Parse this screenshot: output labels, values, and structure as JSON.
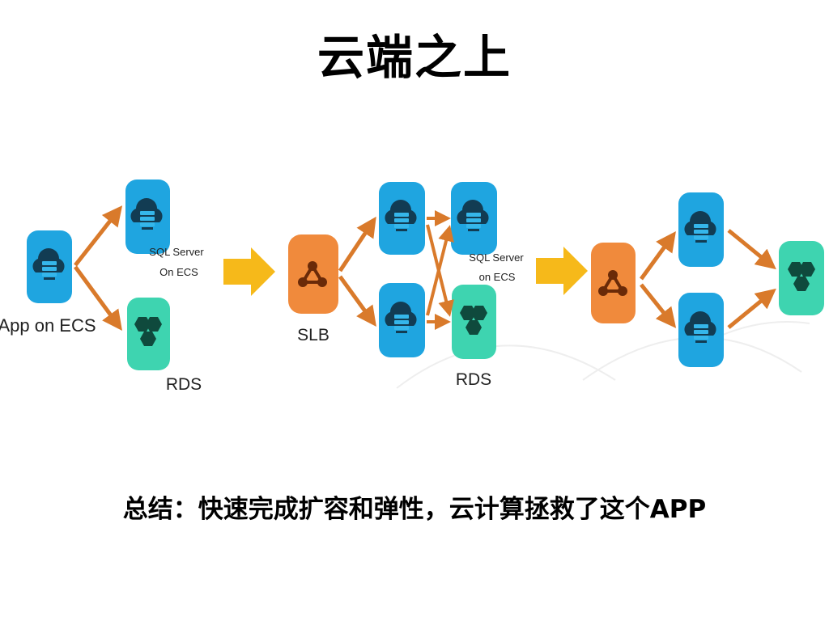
{
  "title": "云端之上",
  "summary": "总结：快速完成扩容和弹性，云计算拯救了这个APP",
  "labels": {
    "app_on_ecs": "App on ECS",
    "sql_server": "SQL Server",
    "on_ecs_1": "On ECS",
    "on_ecs_2": "on ECS",
    "rds": "RDS",
    "slb": "SLB"
  },
  "colors": {
    "ecs": "#1fa5e0",
    "rds": "#3ed4b0",
    "slb": "#f08a3c",
    "flow_arrow": "#d97a2b",
    "stage_arrow": "#f6b91a"
  }
}
